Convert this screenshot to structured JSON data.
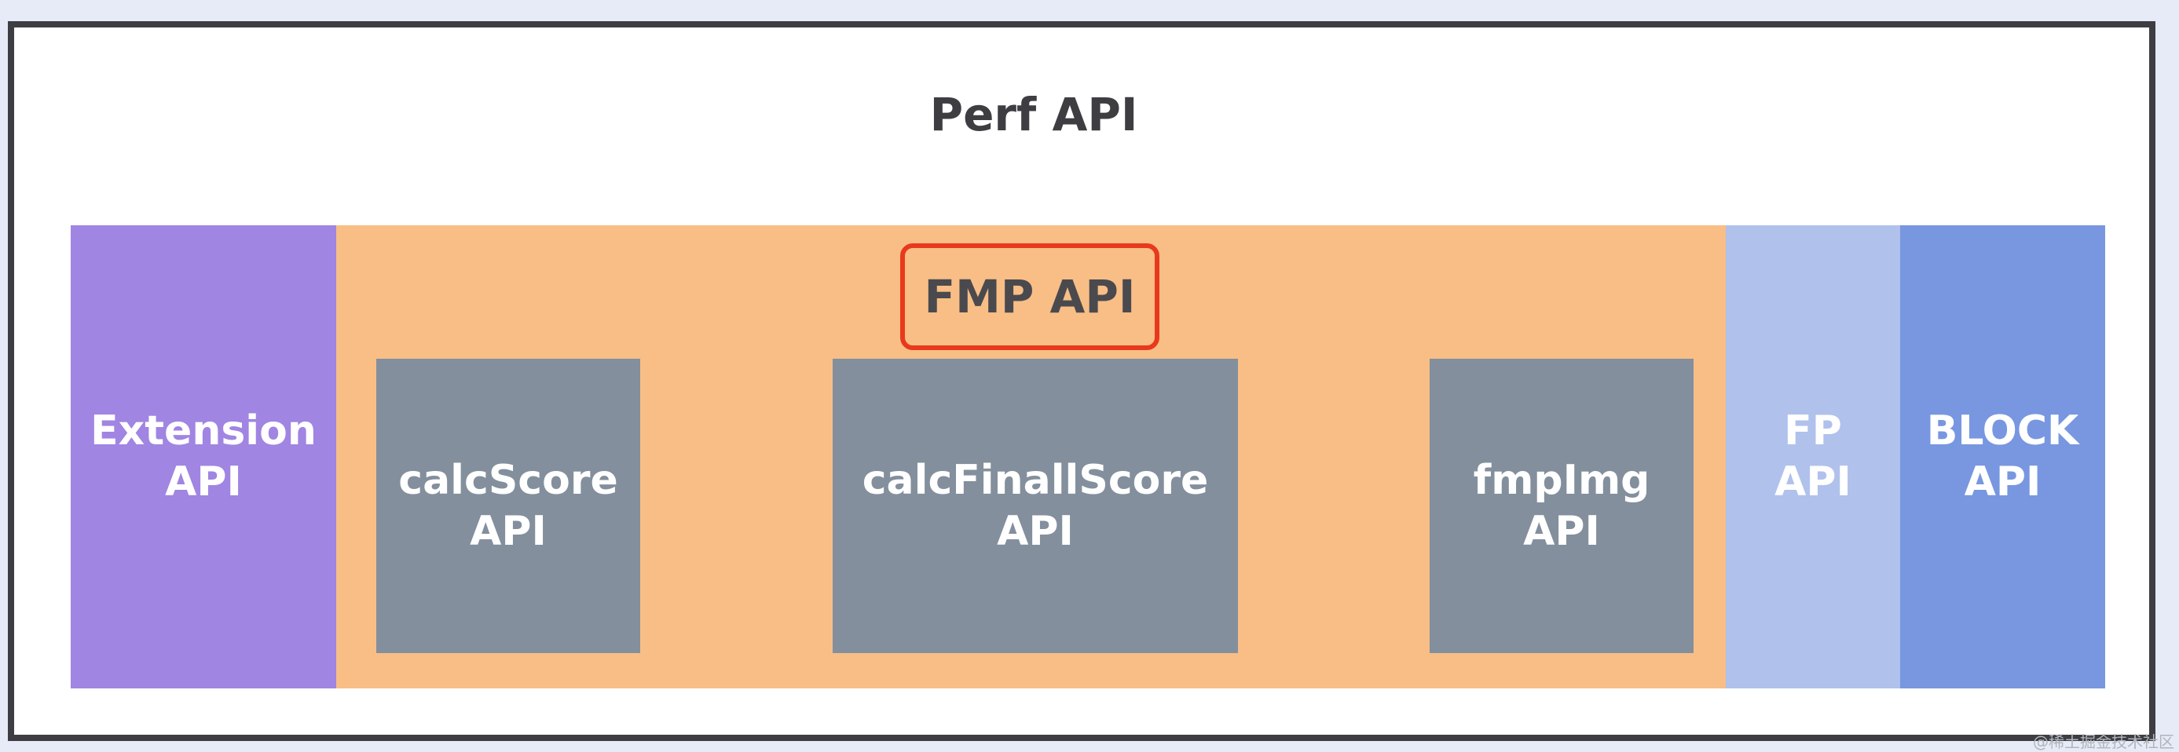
{
  "diagram": {
    "title": "Perf API",
    "blocks": {
      "extension": "Extension\nAPI",
      "fmp": "FMP API",
      "calc_score": "calcScore\nAPI",
      "calc_finall_score": "calcFinallScore\nAPI",
      "fmp_img": "fmpImg\nAPI",
      "fp": "FP\nAPI",
      "block": "BLOCK\nAPI"
    },
    "colors": {
      "extension": "#a085e2",
      "fmp_region": "#f8be86",
      "fmp_highlight_border": "#e8391c",
      "sub_api": "#838f9d",
      "fp": "#b0c1ec",
      "block": "#7897e0",
      "frame_border": "#3d3d42"
    }
  },
  "watermark": "@稀土掘金技术社区"
}
